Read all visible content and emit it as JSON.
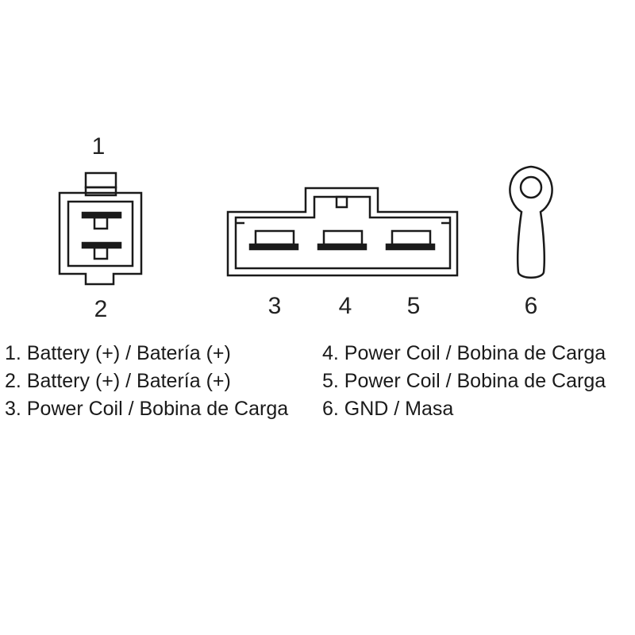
{
  "pin_labels": [
    "1",
    "2",
    "3",
    "4",
    "5",
    "6"
  ],
  "legend": {
    "left": [
      "1. Battery (+) / Batería (+)",
      "2. Battery (+) / Batería (+)",
      "3. Power Coil / Bobina de Carga"
    ],
    "right": [
      "4. Power Coil / Bobina de Carga",
      "5. Power Coil / Bobina de Carga",
      "6. GND / Masa"
    ]
  },
  "colors": {
    "line": "#1a1a1a",
    "background": "#ffffff"
  }
}
